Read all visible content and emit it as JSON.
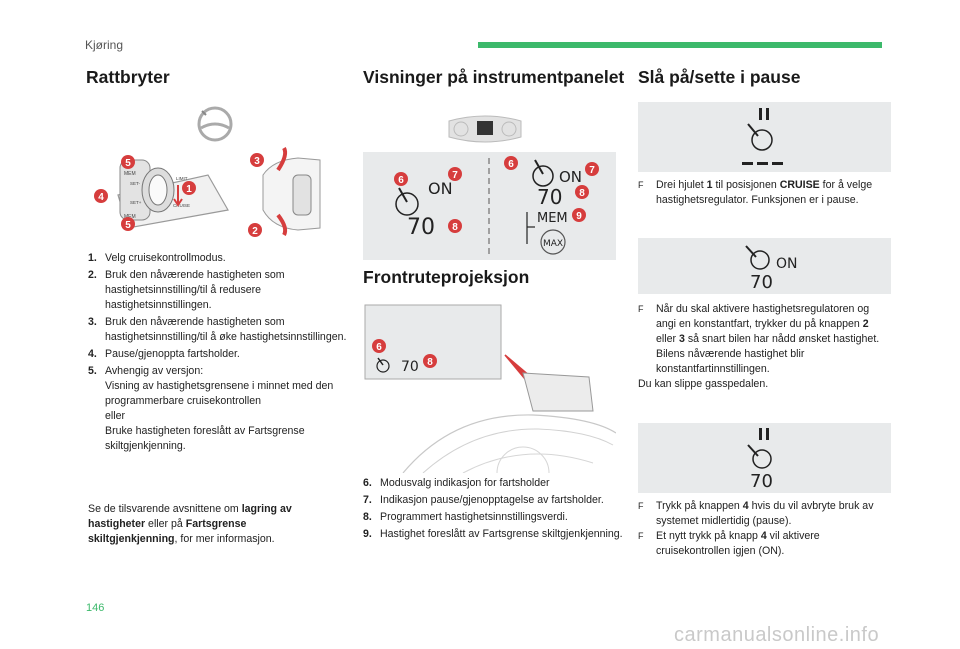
{
  "header": {
    "section": "Kjøring"
  },
  "page_number": "146",
  "watermark": "carmanualsonline.info",
  "col1": {
    "title": "Rattbryter",
    "figure_labels": {
      "mem_top": "MEM",
      "mem_bottom": "MEM",
      "limit": "LIMIT",
      "set_minus": "SET-",
      "set_plus": "SET+",
      "cruise": "CRUISE",
      "b1": "1",
      "b2": "2",
      "b3": "3",
      "b4": "4",
      "b5a": "5",
      "b5b": "5"
    },
    "items": [
      {
        "n": "1.",
        "text": "Velg cruisekontrollmodus."
      },
      {
        "n": "2.",
        "text": "Bruk den nåværende hastigheten som hastighetsinnstilling/til å redusere hastighetsinnstillingen."
      },
      {
        "n": "3.",
        "text": "Bruk den nåværende hastigheten som hastighetsinnstilling/til å øke hastighetsinnstillingen."
      },
      {
        "n": "4.",
        "text": "Pause/gjenoppta fartsholder."
      },
      {
        "n": "5.",
        "text": "Avhengig av versjon:"
      }
    ],
    "item5_lines": [
      "Visning av hastighetsgrensene i minnet med den programmerbare cruisekontrollen",
      "eller",
      "Bruke hastigheten foreslått av Fartsgrense skiltgjenkjenning."
    ],
    "note_pre": "Se de tilsvarende avsnittene om ",
    "note_b1": "lagring av hastigheter",
    "note_mid": " eller på ",
    "note_b2": "Fartsgrense skiltgjenkjenning",
    "note_post": ", for mer informasjon."
  },
  "col2": {
    "title": "Visninger på instrumentpanelet",
    "panel": {
      "on_left": "ON",
      "speed_left": "70",
      "on_right": "ON",
      "speed_right": "70",
      "mem": "MEM",
      "max": "MAX",
      "b6a": "6",
      "b7a": "7",
      "b8a": "8",
      "b6b": "6",
      "b7b": "7",
      "b8b": "8",
      "b9": "9"
    },
    "title2": "Frontruteprojeksjon",
    "hud": {
      "speed": "70",
      "b6": "6",
      "b8": "8"
    },
    "items": [
      {
        "n": "6.",
        "text": "Modusvalg indikasjon for fartsholder"
      },
      {
        "n": "7.",
        "text": "Indikasjon pause/gjenopptagelse av fartsholder."
      },
      {
        "n": "8.",
        "text": "Programmert hastighetsinnstillingsverdi."
      },
      {
        "n": "9.",
        "text": "Hastighet foreslått av Fartsgrense skiltgjenkjenning."
      }
    ]
  },
  "col3": {
    "title": "Slå på/sette i pause",
    "panel2": {
      "on": "ON",
      "speed": "70"
    },
    "panel3": {
      "speed": "70"
    },
    "b1_pre": "Drei hjulet ",
    "b1_num": "1",
    "b1_mid": " til posisjonen ",
    "b1_bold": "CRUISE",
    "b1_post": " for å velge hastighetsregulator. Funksjonen er i pause.",
    "b2_pre": "Når du skal aktivere hastighetsregulatoren og angi en konstantfart, trykker du på knappen ",
    "b2_n1": "2",
    "b2_mid": " eller ",
    "b2_n2": "3",
    "b2_post": " så snart bilen har nådd ønsket hastighet. Bilens nåværende hastighet blir konstantfartinnstillingen.",
    "after": "Du kan slippe gasspedalen.",
    "b3_pre": "Trykk på knappen ",
    "b3_num": "4",
    "b3_post": " hvis du vil avbryte bruk av systemet midlertidig (pause).",
    "b4_pre": "Et nytt trykk på knapp ",
    "b4_num": "4",
    "b4_post": " vil aktivere cruisekontrollen igjen (ON).",
    "bullet_mark": "F"
  }
}
